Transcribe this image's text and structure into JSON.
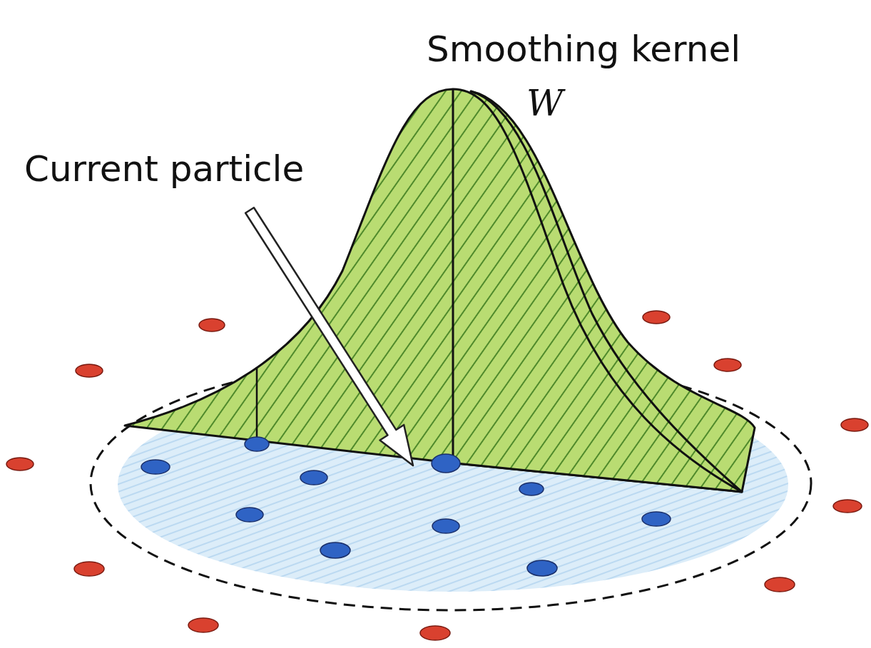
{
  "diagram": {
    "labels": [
      "Smoothing kernel",
      "W",
      "Current particle"
    ]
  }
}
